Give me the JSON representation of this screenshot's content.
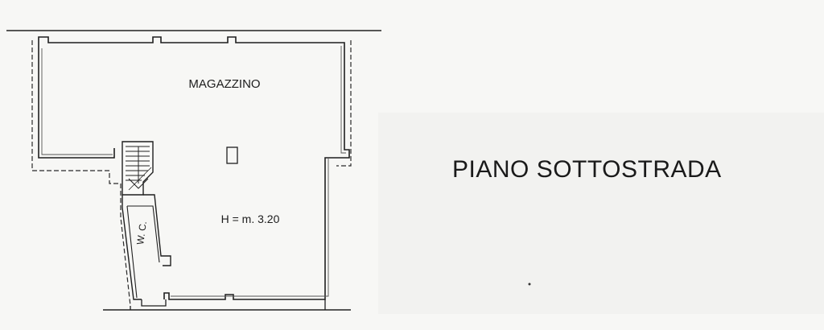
{
  "drawing": {
    "title": "PIANO  SOTTOSTRADA",
    "room_name": "MAGAZZINO",
    "height_note": "H = m. 3.20",
    "wc_label": "W. C."
  }
}
